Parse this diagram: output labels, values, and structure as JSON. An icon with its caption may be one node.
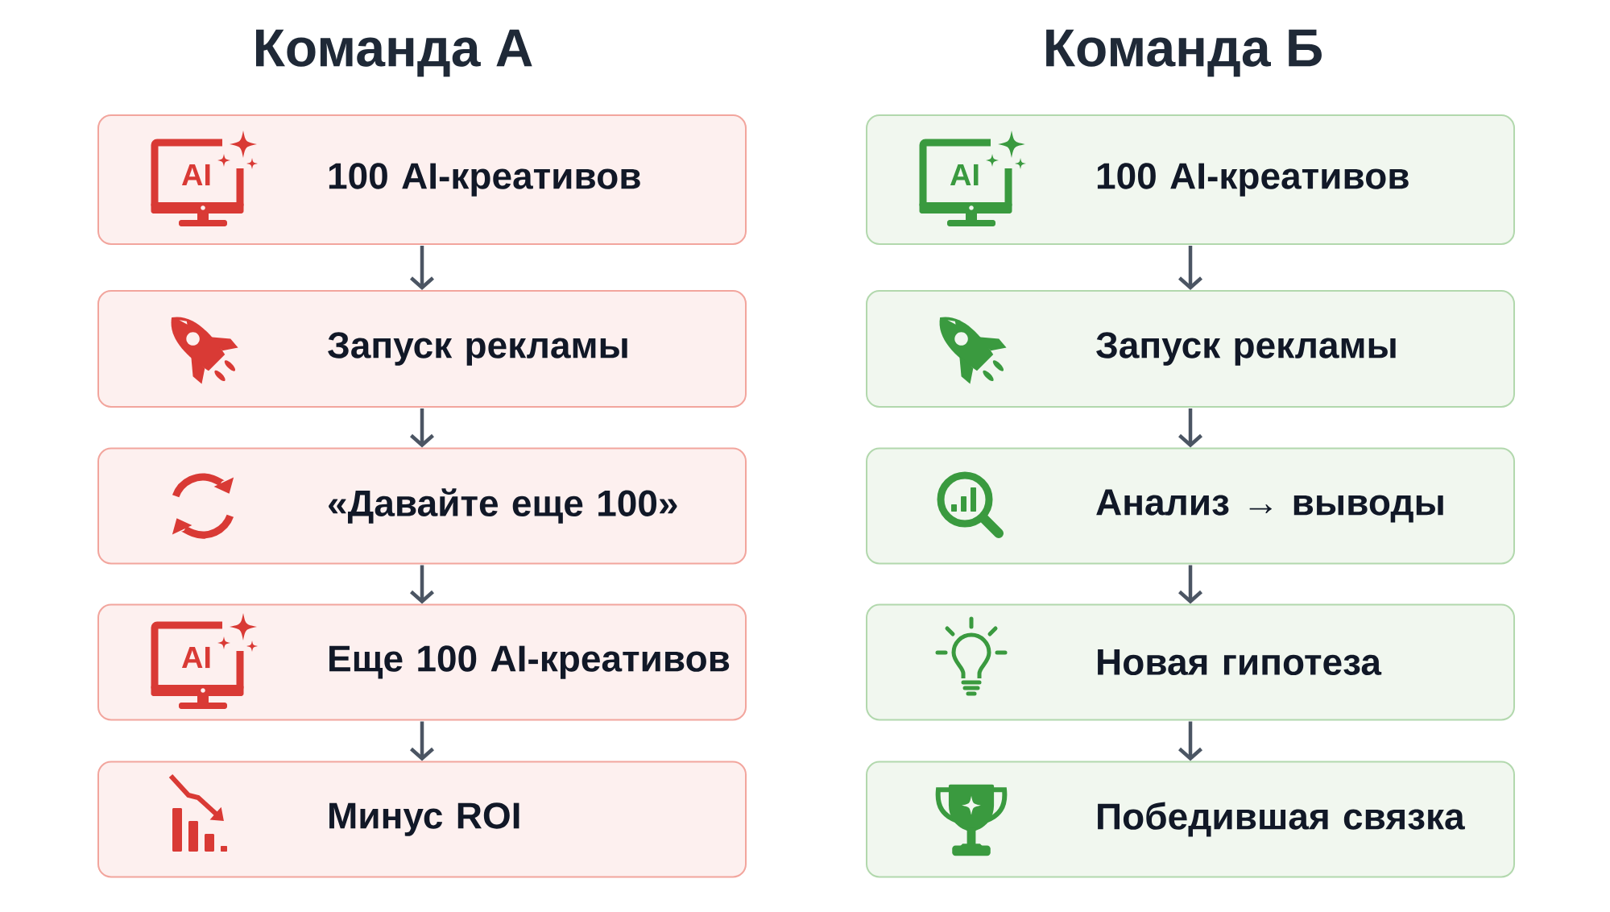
{
  "diagram": {
    "nodes": [
      {
        "text": [
          "100 AI-креативов"
        ]
      },
      {
        "text": [
          "Запуск рекламы"
        ]
      },
      {
        "text": [
          "«Давайте еще 100»"
        ]
      },
      {
        "text": [
          "Еще 100 AI-креативов"
        ]
      },
      {
        "text": [
          "Минус ROI"
        ]
      },
      {
        "text": [
          "100 AI-креативов"
        ]
      },
      {
        "text": [
          "Запуск рекламы"
        ]
      },
      {
        "text": [
          "Анализ → выводы"
        ]
      },
      {
        "text": [
          "Новая гипотеза"
        ]
      },
      {
        "text": [
          "Победившая связка"
        ]
      }
    ],
    "edges": [
      {
        "from": 0,
        "to": 1,
        "arrow": "to"
      },
      {
        "from": 1,
        "to": 2,
        "arrow": "to"
      },
      {
        "from": 2,
        "to": 3,
        "arrow": "to"
      },
      {
        "from": 3,
        "to": 4,
        "arrow": "to"
      },
      {
        "from": 5,
        "to": 6,
        "arrow": "to"
      },
      {
        "from": 6,
        "to": 7,
        "arrow": "to"
      },
      {
        "from": 7,
        "to": 8,
        "arrow": "to"
      },
      {
        "from": 8,
        "to": 9,
        "arrow": "to"
      }
    ],
    "labels": [
      "Команда А",
      "Команда Б",
      "AI",
      "AI",
      "AI"
    ]
  }
}
